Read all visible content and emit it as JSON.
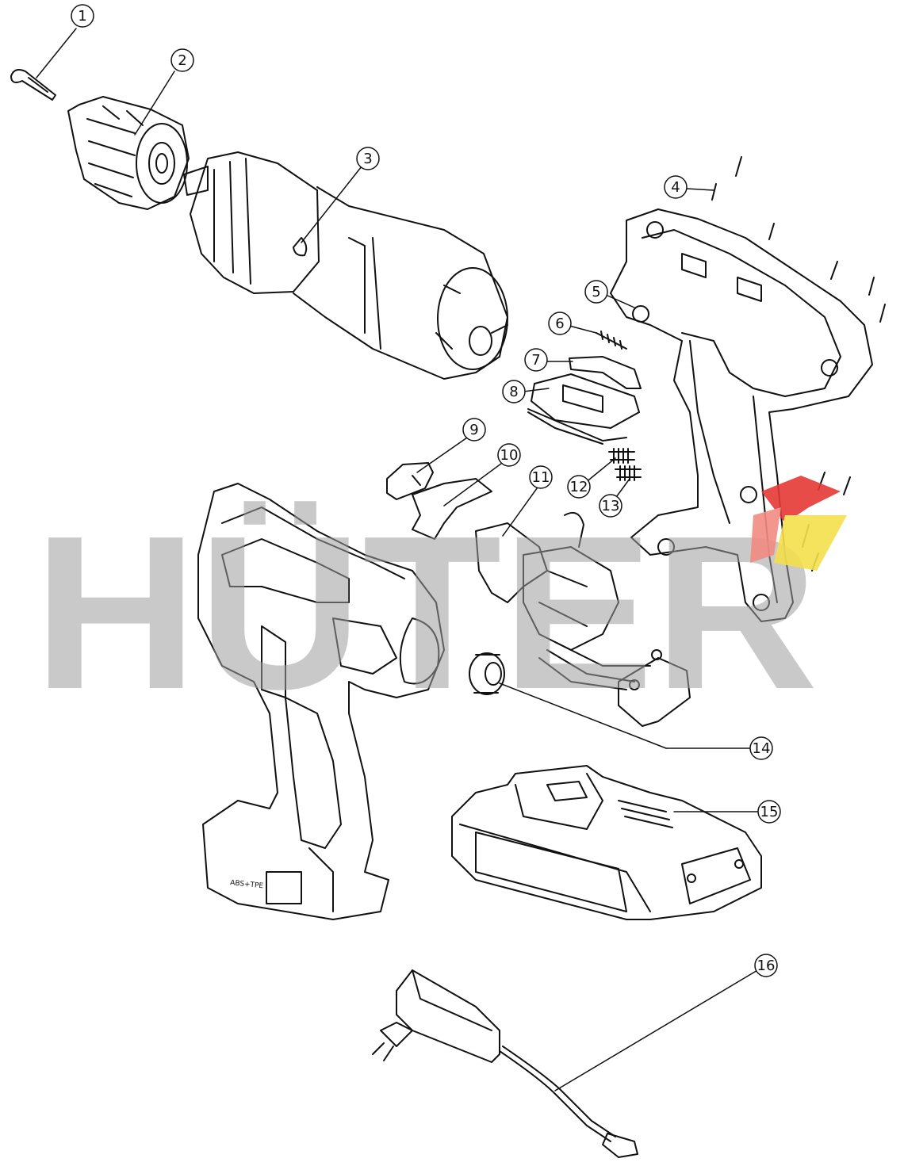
{
  "watermark": {
    "text": "HÜTER",
    "color": "#9e9e9e"
  },
  "callouts": [
    {
      "id": "callout-1",
      "label": "1"
    },
    {
      "id": "callout-2",
      "label": "2"
    },
    {
      "id": "callout-3",
      "label": "3"
    },
    {
      "id": "callout-4",
      "label": "4"
    },
    {
      "id": "callout-5",
      "label": "5"
    },
    {
      "id": "callout-6",
      "label": "6"
    },
    {
      "id": "callout-7",
      "label": "7"
    },
    {
      "id": "callout-8",
      "label": "8"
    },
    {
      "id": "callout-9",
      "label": "9"
    },
    {
      "id": "callout-10",
      "label": "10"
    },
    {
      "id": "callout-11",
      "label": "11"
    },
    {
      "id": "callout-12",
      "label": "12"
    },
    {
      "id": "callout-13",
      "label": "13"
    },
    {
      "id": "callout-14",
      "label": "14"
    },
    {
      "id": "callout-15",
      "label": "15"
    },
    {
      "id": "callout-16",
      "label": "16"
    }
  ],
  "housing_label": "ABS+TPE",
  "colors": {
    "line": "#111111",
    "logo_red": "#e53935",
    "logo_yellow": "#f4e04d"
  }
}
